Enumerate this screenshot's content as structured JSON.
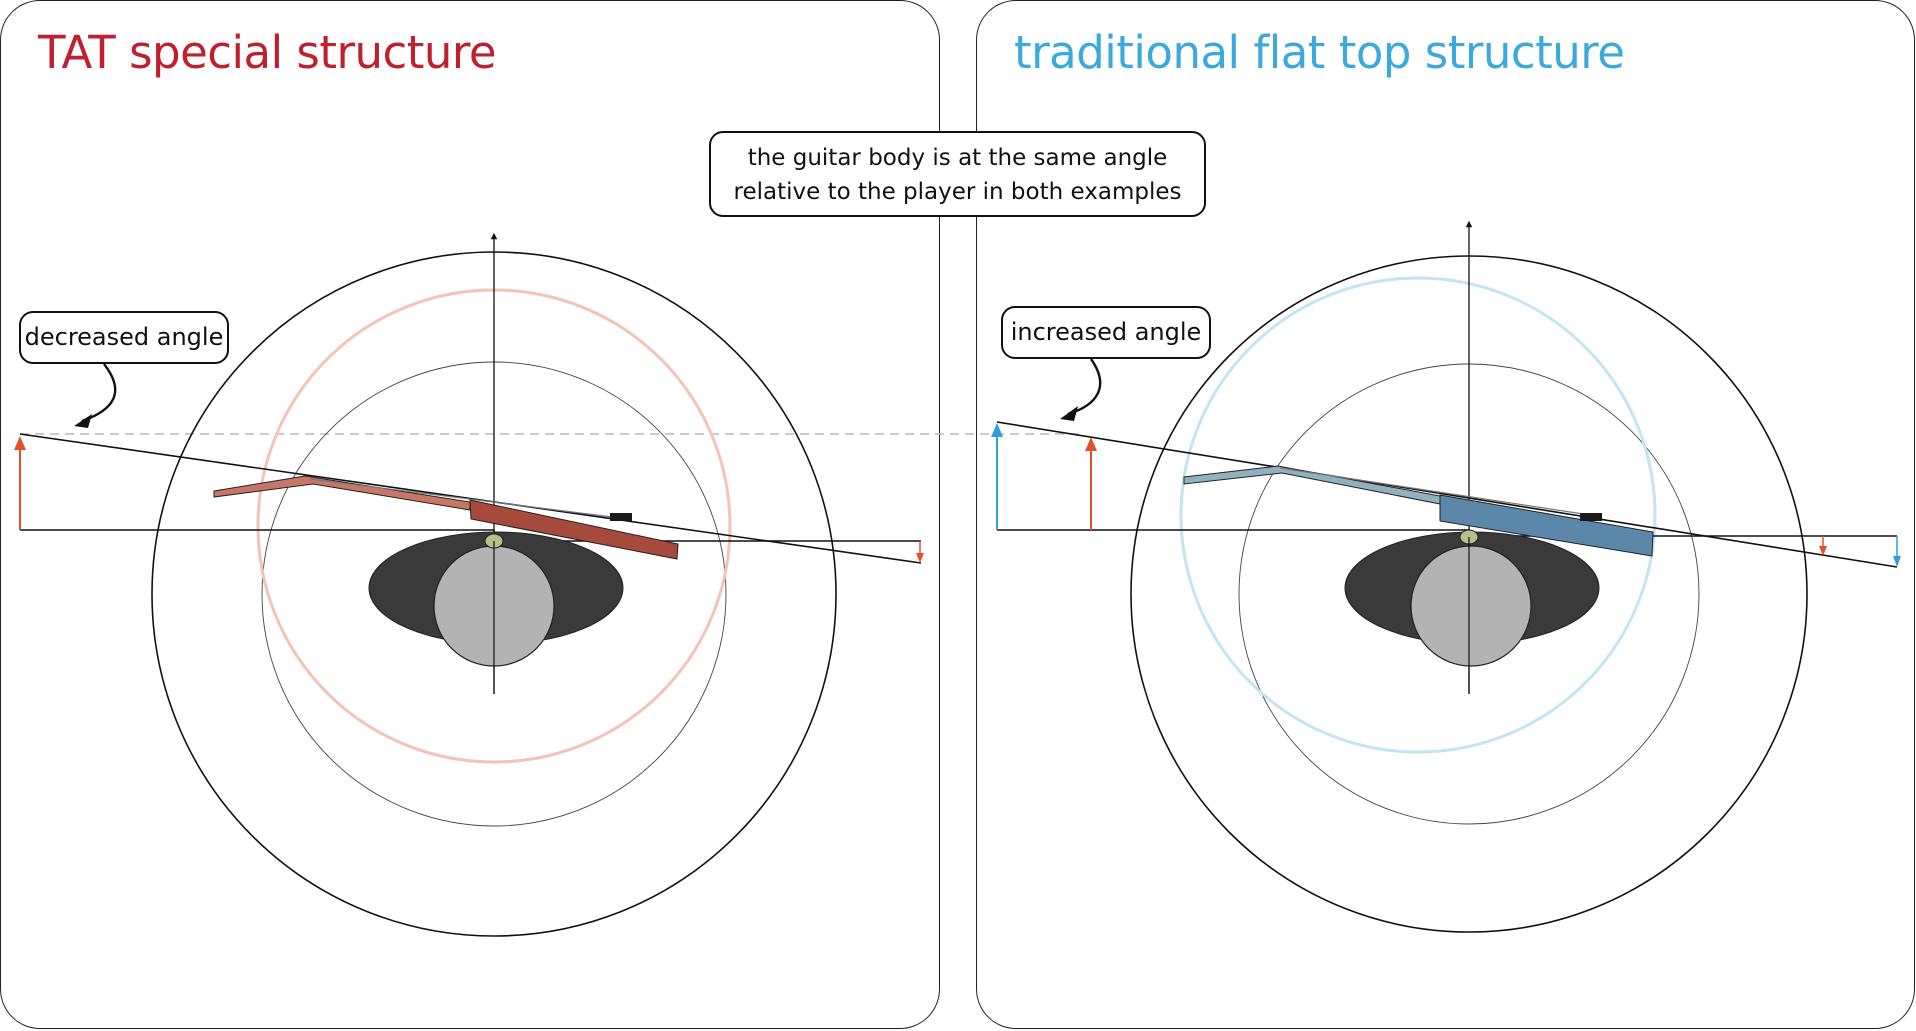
{
  "colors": {
    "tat_accent": "#c0202e",
    "flat_accent": "#3aa9dc",
    "arrow_orange": "#e2512c",
    "arrow_blue": "#2f9ed9",
    "tat_circle": "#f4c3b6",
    "flat_circle": "#c3e4f2",
    "tat_neck": "#c87667",
    "tat_body": "#a64a3c",
    "flat_neck": "#8fb1c0",
    "flat_body": "#5b88a8",
    "player_shoulders": "#3a3a3a",
    "player_head": "#b3b3b3"
  },
  "panels": {
    "left": {
      "title": "TAT special structure",
      "callout": "decreased angle"
    },
    "right": {
      "title": "traditional flat top structure",
      "callout": "increased angle"
    }
  },
  "center_note": {
    "line1": "the guitar body is at the same angle",
    "line2": "relative to the player in both examples"
  },
  "icons": [
    "curved-arrow-icon",
    "up-arrow-icon",
    "down-arrow-icon"
  ]
}
